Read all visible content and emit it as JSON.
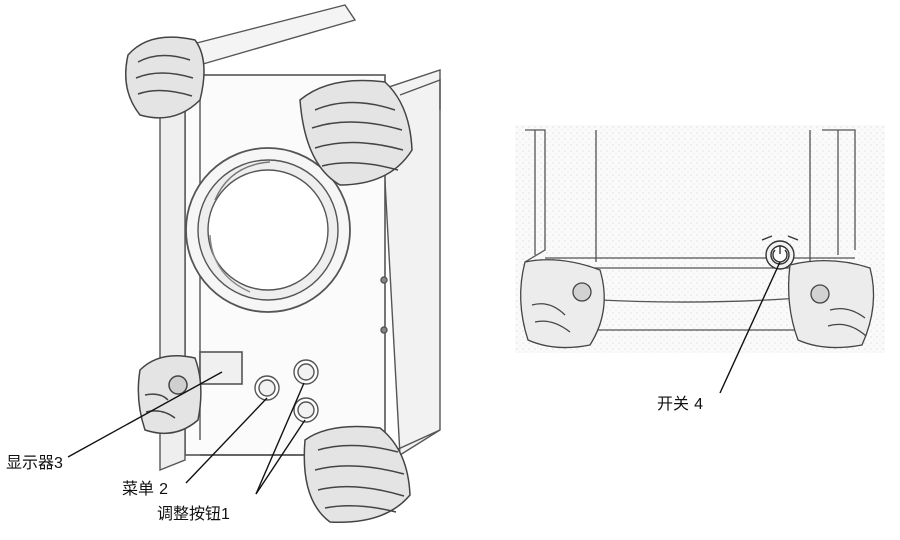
{
  "labels": {
    "display": {
      "text": "显示器",
      "num": "3"
    },
    "menu": {
      "text": "菜单",
      "num": "2"
    },
    "adjust": {
      "text": "调整按钮",
      "num": "1"
    },
    "switch": {
      "text": "开关",
      "num": "4"
    }
  },
  "colors": {
    "line": "#222222",
    "sketch": "#555555",
    "shade": "#d9d9d9",
    "paper": "#f7f7f7"
  }
}
